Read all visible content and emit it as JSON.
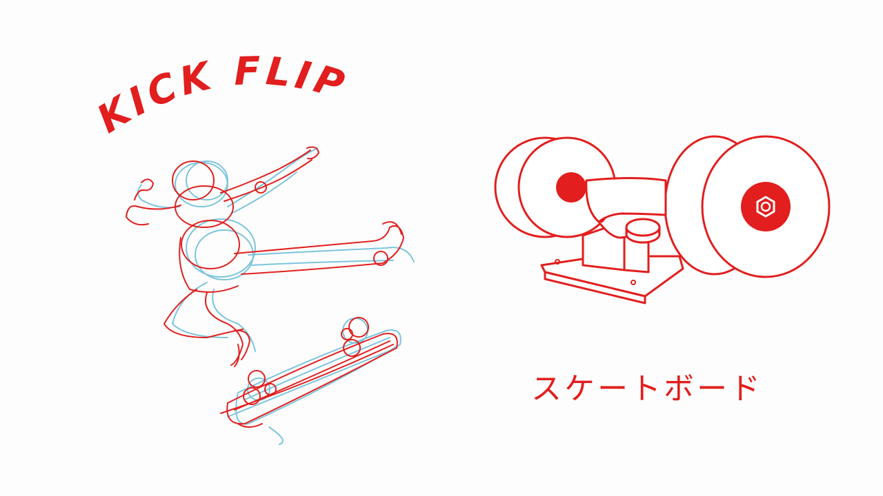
{
  "headline": "KICK FLIP",
  "caption": "スケートボード",
  "colors": {
    "background": "#fdfdfd",
    "ink_red": "#e21e1e",
    "sketch_blue": "#7cc4dc"
  },
  "icons": {
    "sketch": "skateboarder-sketch",
    "truck": "skateboard-truck-icon"
  }
}
